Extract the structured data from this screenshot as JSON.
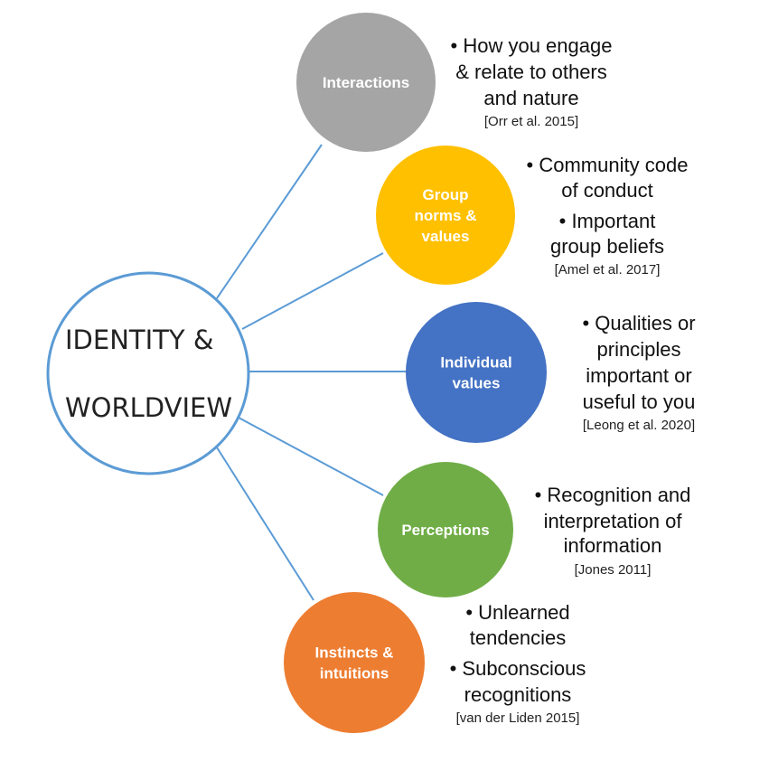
{
  "center": {
    "label_line1": "IDENTITY &",
    "label_line2": "WORLDVIEW",
    "stroke_color": "#5b9bd5"
  },
  "connector_color": "#5b9bd5",
  "nodes": [
    {
      "id": "interactions",
      "label_lines": [
        "Interactions"
      ],
      "color": "#a5a5a5",
      "bullets": [
        "• How you engage",
        "& relate to others",
        "and nature"
      ],
      "citation": "[Orr et al. 2015]"
    },
    {
      "id": "group-norms",
      "label_lines": [
        "Group",
        "norms &",
        "values"
      ],
      "color": "#ffc000",
      "bullets": [
        "• Community code",
        "of conduct",
        "• Important",
        "group beliefs"
      ],
      "citation": "[Amel et al. 2017]"
    },
    {
      "id": "individual-values",
      "label_lines": [
        "Individual",
        "values"
      ],
      "color": "#4472c4",
      "bullets": [
        "• Qualities or",
        "principles",
        "important or",
        "useful to you"
      ],
      "citation": "[Leong et al. 2020]"
    },
    {
      "id": "perceptions",
      "label_lines": [
        "Perceptions"
      ],
      "color": "#70ad47",
      "bullets": [
        "• Recognition and",
        "interpretation of",
        "information"
      ],
      "citation": "[Jones 2011]"
    },
    {
      "id": "instincts",
      "label_lines": [
        "Instincts &",
        "intuitions"
      ],
      "color": "#ed7d31",
      "bullets": [
        "• Unlearned",
        "tendencies",
        "• Subconscious",
        "recognitions"
      ],
      "citation": "[van der Liden 2015]"
    }
  ]
}
